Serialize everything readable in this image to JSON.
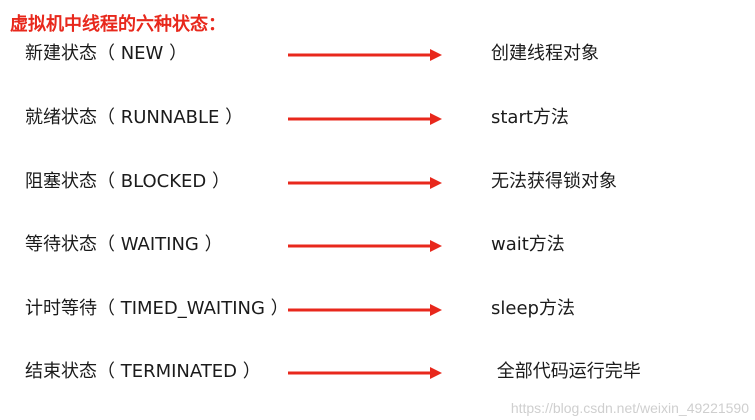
{
  "title": "虚拟机中线程的六种状态：",
  "states": [
    {
      "label": "新建状态（ NEW ）",
      "description": "创建线程对象"
    },
    {
      "label": "就绪状态（ RUNNABLE ）",
      "description": "start方法"
    },
    {
      "label": "阻塞状态（ BLOCKED ）",
      "description": "无法获得锁对象"
    },
    {
      "label": "等待状态（ WAITING ）",
      "description": "wait方法"
    },
    {
      "label": "计时等待（ TIMED_WAITING ）",
      "description": "sleep方法"
    },
    {
      "label": "结束状态（ TERMINATED ）",
      "description": " 全部代码运行完毕"
    }
  ],
  "watermark": "https://blog.csdn.net/weixin_49221590",
  "colors": {
    "title": "#e8281c",
    "arrow": "#e8281c",
    "text": "#1b1b1b",
    "watermark": "#cfcfcf"
  }
}
